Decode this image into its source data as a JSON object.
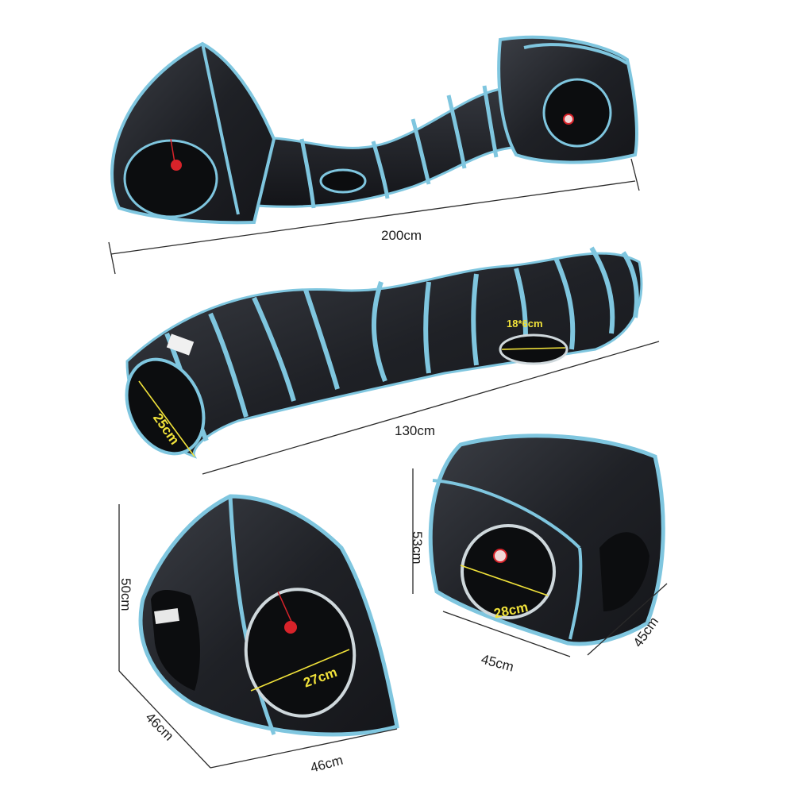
{
  "colors": {
    "fabric": "#1d1f23",
    "fabric_highlight": "#3a3d44",
    "trim": "#7fc6df",
    "inner": "#0c0d0f",
    "ball": "#d8232a",
    "dimension_yellow": "#f1e23a"
  },
  "labels": {
    "set_length": "200cm",
    "tunnel_length": "130cm",
    "tunnel_diameter": "25cm",
    "peep_hole": "18*6cm",
    "cube_height": "53cm",
    "cube_width": "45cm",
    "cube_depth": "45cm",
    "cube_hole": "28cm",
    "tent_height": "50cm",
    "tent_depth": "46cm",
    "tent_width": "46cm",
    "tent_hole": "27cm"
  }
}
